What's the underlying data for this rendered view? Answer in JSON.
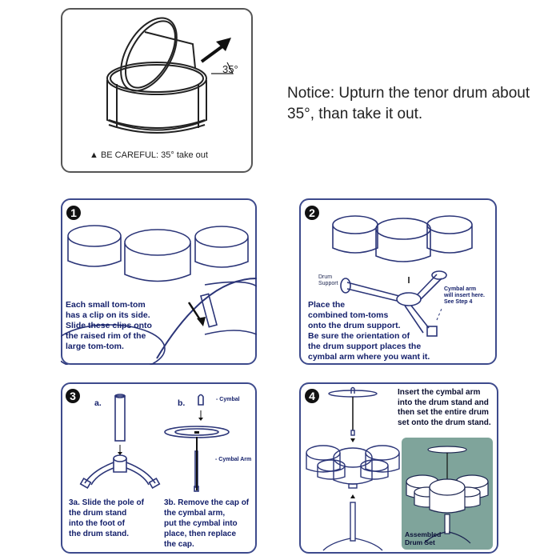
{
  "top_panel": {
    "angle_label": "35°",
    "warning_icon": "warning-triangle-icon",
    "caution_text": "BE CAREFUL: 35° take out"
  },
  "notice": {
    "text": "Notice: Upturn the tenor drum about 35°, than take it out."
  },
  "steps": [
    {
      "number": "1",
      "text": "Each small tom-tom\nhas a clip on its side.\nSlide these clips onto\nthe raised rim of the\nlarge tom-tom."
    },
    {
      "number": "2",
      "label_drum_support": "Drum\nSupport",
      "label_cymbal_arm": "Cymbal arm\nwill insert here.\nSee Step 4",
      "text": "Place the\ncombined tom-toms\nonto the drum support.\nBe sure the orientation of\nthe drum support places the\ncymbal arm where you want it."
    },
    {
      "number": "3",
      "sub_a_label": "a.",
      "sub_b_label": "b.",
      "label_cymbal": "- Cymbal",
      "label_cymbal_arm": "- Cymbal Arm",
      "text_a": "3a. Slide the pole of\n      the drum stand\n      into the foot of\n      the drum stand.",
      "text_b": "3b. Remove the cap of\n      the cymbal arm,\n      put the cymbal into\n      place, then replace\n      the cap."
    },
    {
      "number": "4",
      "text": "Insert the cymbal arm\ninto the drum stand and\nthen set the entire drum\nset onto the drum stand.",
      "inset_label": "Assembled\nDrum Set",
      "inset_color": "#7fa49b"
    }
  ],
  "colors": {
    "panel_border": "#3d4a8c",
    "text_navy": "#14206b"
  }
}
